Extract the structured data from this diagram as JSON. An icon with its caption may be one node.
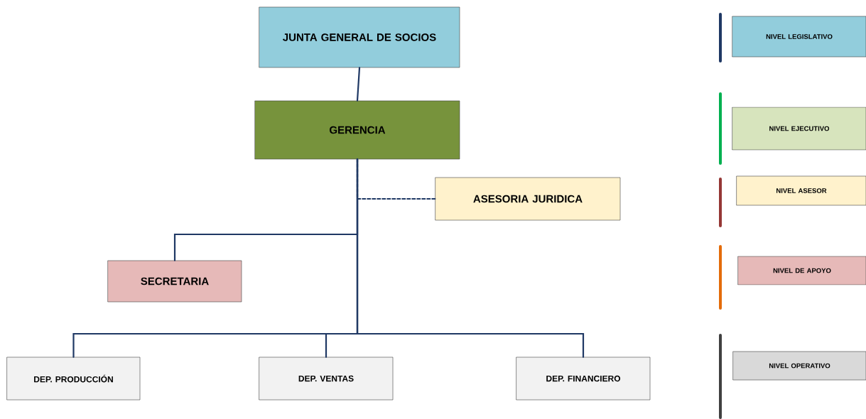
{
  "diagram": {
    "nodes": [
      {
        "text": [
          "JUNTA GENERAL DE SOCIOS"
        ]
      },
      {
        "text": [
          "GERENCIA"
        ]
      },
      {
        "text": [
          "ASESORIA JURIDICA"
        ]
      },
      {
        "text": [
          "SECRETARIA"
        ]
      },
      {
        "text": [
          "DEP. PRODUCCIÓN"
        ]
      },
      {
        "text": [
          "DEP. VENTAS"
        ]
      },
      {
        "text": [
          "DEP. FINANCIERO"
        ]
      },
      {
        "text": [
          "NIVEL LEGISLATIVO"
        ]
      },
      {
        "text": [
          "NIVEL EJECUTIVO"
        ]
      },
      {
        "text": [
          "NIVEL ASESOR"
        ]
      },
      {
        "text": [
          "NIVEL DE APOYO"
        ]
      },
      {
        "text": [
          "NIVEL OPERATIVO"
        ]
      }
    ],
    "edges": [
      {
        "from": 0,
        "to": 1,
        "arrow": "none"
      },
      {
        "from": 1,
        "to": 2,
        "arrow": "none",
        "style": "dashed"
      },
      {
        "from": 1,
        "to": 3,
        "arrow": "none"
      },
      {
        "from": 1,
        "to": 4,
        "arrow": "none"
      },
      {
        "from": 1,
        "to": 5,
        "arrow": "none"
      },
      {
        "from": 1,
        "to": 6,
        "arrow": "none"
      }
    ]
  }
}
